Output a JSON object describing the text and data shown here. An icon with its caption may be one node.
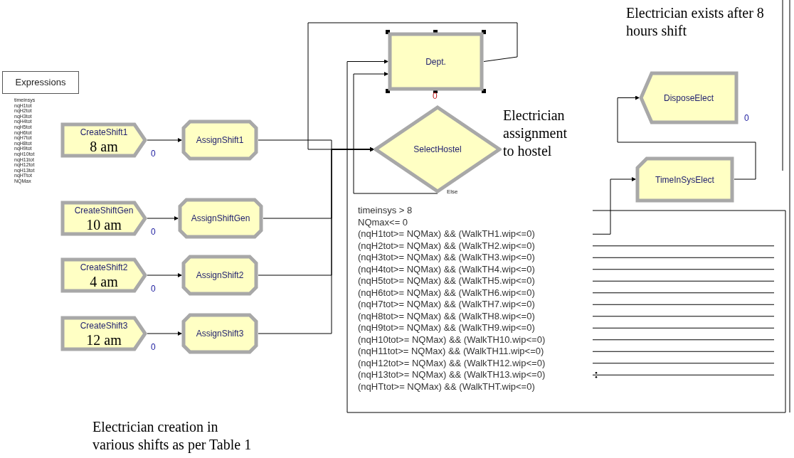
{
  "diagram": {
    "nodes": [
      {
        "text": [
          "Expressions"
        ],
        "beside": [
          "timeinsys",
          "nqH1tot",
          "nqH2tot",
          "nqH3tot",
          "nqH4tot",
          "nqH5tot",
          "nqH6tot",
          "nqH7tot",
          "nqH8tot",
          "nqH9tot",
          "nqH10tot",
          "nqH11tot",
          "nqH12tot",
          "nqH13tot",
          "nqHTtot",
          "NQMax"
        ]
      },
      {
        "text": [
          "CreateShift1",
          "8 am"
        ],
        "beside": [
          "0"
        ]
      },
      {
        "text": [
          "CreateShiftGen",
          "10 am"
        ],
        "beside": [
          "0"
        ]
      },
      {
        "text": [
          "CreateShift2",
          "4 am"
        ],
        "beside": [
          "0"
        ]
      },
      {
        "text": [
          "CreateShift3",
          "12 am"
        ],
        "beside": [
          "0"
        ]
      },
      {
        "text": [
          "AssignShift1"
        ]
      },
      {
        "text": [
          "AssignShiftGen"
        ]
      },
      {
        "text": [
          "AssignShift2"
        ]
      },
      {
        "text": [
          "AssignShift3"
        ]
      },
      {
        "text": [
          "Dept."
        ],
        "beside": [
          "0"
        ]
      },
      {
        "text": [
          "SelectHostel"
        ],
        "beside": [
          "Else"
        ]
      },
      {
        "text": [
          "timeinsys > 8",
          "NQmax<= 0",
          "(nqH1tot>= NQMax) && (WalkTH1.wip<=0)",
          "(nqH2tot>= NQMax) && (WalkTH2.wip<=0)",
          "(nqH3tot>= NQMax) && (WalkTH3.wip<=0)",
          "(nqH4tot>= NQMax) && (WalkTH4.wip<=0)",
          "(nqH5tot>= NQMax) && (WalkTH5.wip<=0)",
          "(nqH6tot>= NQMax) && (WalkTH6.wip<=0)",
          "(nqH7tot>= NQMax) && (WalkTH7.wip<=0)",
          "(nqH8tot>= NQMax) && (WalkTH8.wip<=0)",
          "(nqH9tot>= NQMax) && (WalkTH9.wip<=0)",
          "(nqH10tot>= NQMax) && (WalkTH10.wip<=0)",
          "(nqH11tot>= NQMax) && (WalkTH11.wip<=0)",
          "(nqH12tot>= NQMax) && (WalkTH12.wip<=0)",
          "(nqH13tot>= NQMax) && (WalkTH13.wip<=0)",
          "(nqHTtot>= NQMax) && (WalkTHT.wip<=0)"
        ]
      },
      {
        "text": [
          "DisposeElect"
        ],
        "beside": [
          "0"
        ]
      },
      {
        "text": [
          "TimeInSysElect"
        ]
      }
    ],
    "edges": [
      {
        "from": 1,
        "to": 5,
        "arrow": "to"
      },
      {
        "from": 2,
        "to": 6,
        "arrow": "to"
      },
      {
        "from": 3,
        "to": 7,
        "arrow": "to"
      },
      {
        "from": 4,
        "to": 8,
        "arrow": "to"
      },
      {
        "from": 5,
        "to": 10,
        "arrow": "to"
      },
      {
        "from": 6,
        "to": 10,
        "arrow": "to"
      },
      {
        "from": 7,
        "to": 10,
        "arrow": "to"
      },
      {
        "from": 8,
        "to": 10,
        "arrow": "to"
      },
      {
        "from": 9,
        "to": 10,
        "arrow": "to"
      },
      {
        "from": 10,
        "to": 9,
        "arrow": "to"
      },
      {
        "from": 11,
        "to": 9,
        "arrow": "to"
      },
      {
        "from": 11,
        "to": 13,
        "arrow": "to"
      },
      {
        "from": 13,
        "to": 12,
        "arrow": "to"
      },
      {
        "from": 11,
        "to": null,
        "arrow": "none"
      },
      {
        "from": 11,
        "to": null,
        "arrow": "none"
      },
      {
        "from": 11,
        "to": null,
        "arrow": "none"
      },
      {
        "from": 11,
        "to": null,
        "arrow": "none"
      },
      {
        "from": 11,
        "to": null,
        "arrow": "none"
      },
      {
        "from": 11,
        "to": null,
        "arrow": "none"
      },
      {
        "from": 11,
        "to": null,
        "arrow": "none"
      },
      {
        "from": 11,
        "to": null,
        "arrow": "none"
      },
      {
        "from": 11,
        "to": null,
        "arrow": "none"
      },
      {
        "from": 11,
        "to": null,
        "arrow": "none"
      },
      {
        "from": 11,
        "to": null,
        "arrow": "none"
      },
      {
        "from": 11,
        "to": null,
        "arrow": "none"
      }
    ],
    "labels": [
      "Electrician exists after 8 hours shift",
      "Electrician assignment to hostel",
      "Electrician creation in various shifts as per Table 1"
    ]
  }
}
